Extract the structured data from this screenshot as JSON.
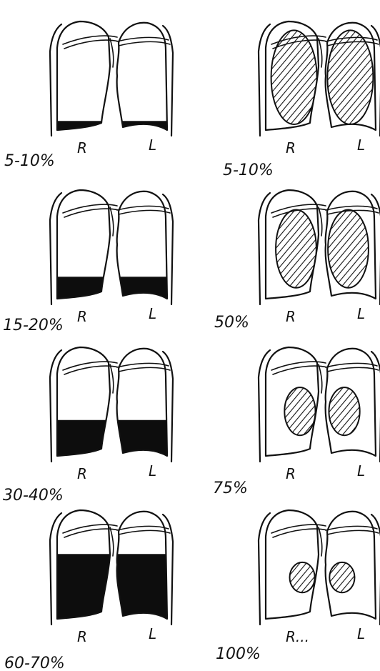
{
  "panels": [
    {
      "col": 0,
      "row": 0,
      "percent_label": "5-10%",
      "right_label": "R",
      "left_label": "L",
      "style": "fluid",
      "level": 0.08
    },
    {
      "col": 0,
      "row": 1,
      "percent_label": "15-20%",
      "right_label": "R",
      "left_label": "L",
      "style": "fluid",
      "level": 0.2
    },
    {
      "col": 0,
      "row": 2,
      "percent_label": "30-40%",
      "right_label": "R",
      "left_label": "L",
      "style": "fluid",
      "level": 0.33
    },
    {
      "col": 0,
      "row": 3,
      "percent_label": "60-70%",
      "right_label": "R",
      "left_label": "L",
      "style": "fluid",
      "level": 0.6
    },
    {
      "col": 1,
      "row": 0,
      "percent_label": "5-10%",
      "right_label": "R",
      "left_label": "L",
      "style": "hatched",
      "level": 0.9
    },
    {
      "col": 1,
      "row": 1,
      "percent_label": "50%",
      "right_label": "R",
      "left_label": "L",
      "style": "hatched",
      "level": 0.72
    },
    {
      "col": 1,
      "row": 2,
      "percent_label": "75%",
      "right_label": "R",
      "left_label": "L",
      "style": "hatched",
      "level": 0.38
    },
    {
      "col": 1,
      "row": 3,
      "percent_label": "100%",
      "right_label": "R...",
      "left_label": "L",
      "style": "hatched",
      "level": 0.18
    }
  ]
}
